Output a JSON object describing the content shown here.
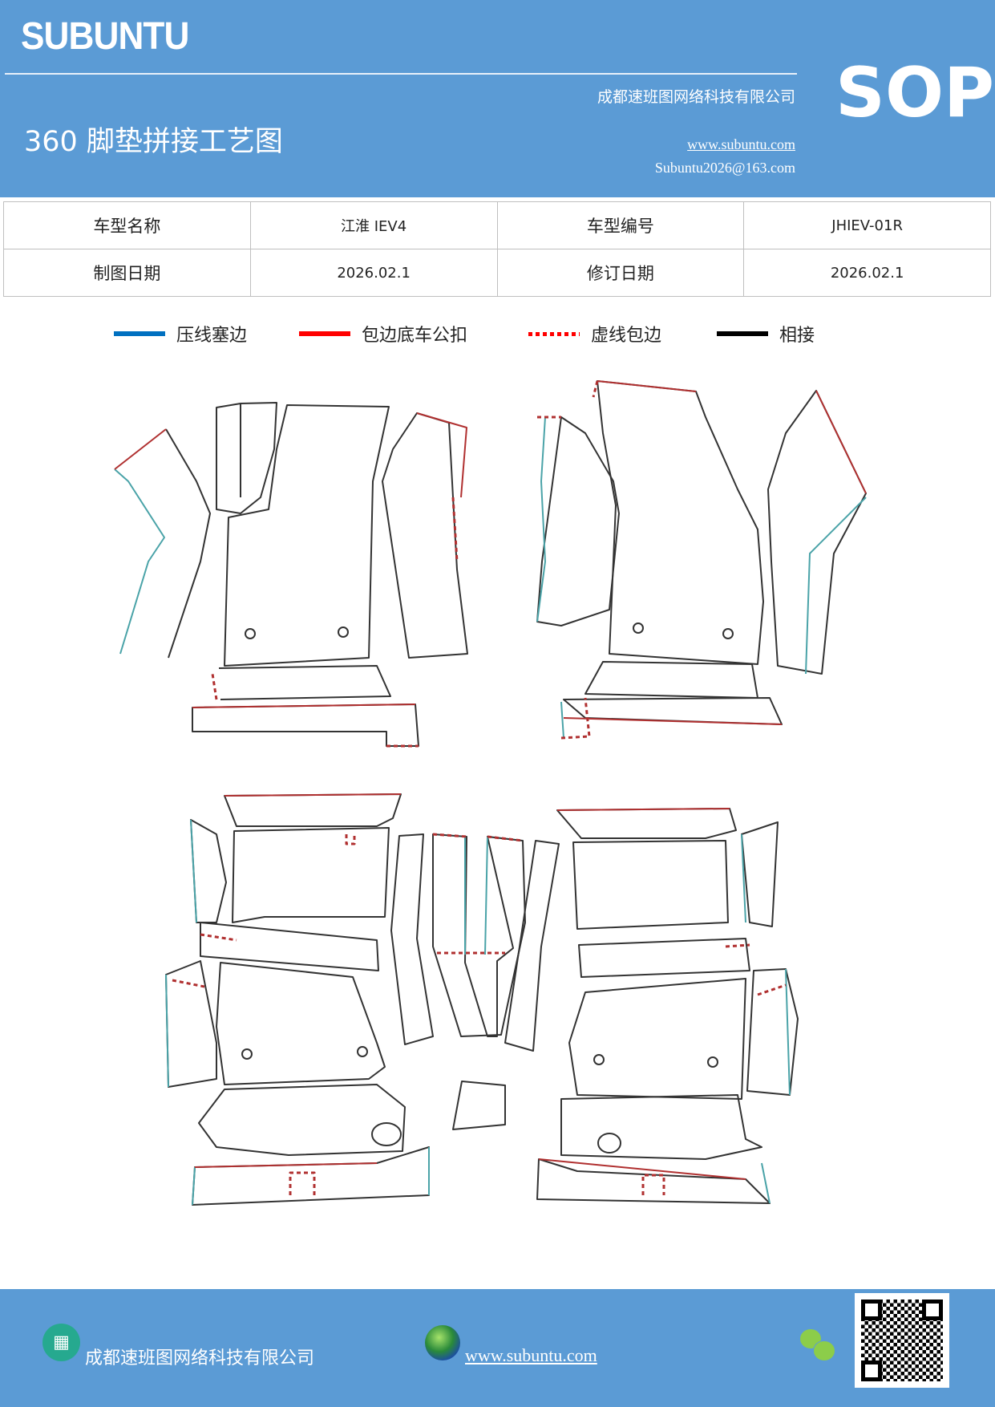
{
  "header": {
    "logo": "SUBUNTU",
    "badge": "SOP",
    "company": "成都速班图网络科技有限公司",
    "title": "360 脚垫拼接工艺图",
    "website": "www.subuntu.com",
    "email": "Subuntu2026@163.com"
  },
  "info_table": {
    "rows": [
      {
        "label1": "车型名称",
        "value1": "江淮 IEV4",
        "label2": "车型编号",
        "value2": "JHIEV-01R"
      },
      {
        "label1": "制图日期",
        "value1": "2026.02.1",
        "label2": "修订日期",
        "value2": "2026.02.1"
      }
    ]
  },
  "legend": [
    {
      "label": "压线塞边",
      "color": "#0070c0",
      "style": "solid"
    },
    {
      "label": "包边底车公扣",
      "color": "#ff0000",
      "style": "solid"
    },
    {
      "label": "虚线包边",
      "color": "#ff0000",
      "style": "dotted"
    },
    {
      "label": "相接",
      "color": "#000000",
      "style": "solid"
    }
  ],
  "footer": {
    "company": "成都速班图网络科技有限公司",
    "website": "www.subuntu.com",
    "icons": [
      "building-icon",
      "globe-icon",
      "wechat-icon",
      "qr-code"
    ]
  }
}
